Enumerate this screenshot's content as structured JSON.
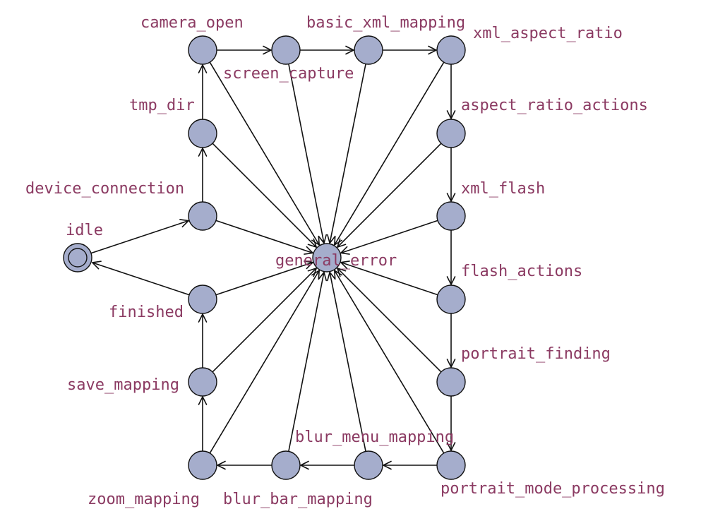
{
  "colors": {
    "node_fill": "#a5adcc",
    "node_stroke": "#111111",
    "edge": "#111111",
    "label": "#8b3a62"
  },
  "nodes": [
    {
      "id": "idle",
      "label": "idle",
      "initial": true
    },
    {
      "id": "device_connection",
      "label": "device_connection"
    },
    {
      "id": "tmp_dir",
      "label": "tmp_dir"
    },
    {
      "id": "camera_open",
      "label": "camera_open"
    },
    {
      "id": "screen_capture",
      "label": "screen_capture"
    },
    {
      "id": "basic_xml_mapping",
      "label": "basic_xml_mapping"
    },
    {
      "id": "xml_aspect_ratio",
      "label": "xml_aspect_ratio"
    },
    {
      "id": "aspect_ratio_actions",
      "label": "aspect_ratio_actions"
    },
    {
      "id": "xml_flash",
      "label": "xml_flash"
    },
    {
      "id": "flash_actions",
      "label": "flash_actions"
    },
    {
      "id": "portrait_finding",
      "label": "portrait_finding"
    },
    {
      "id": "portrait_mode_processing",
      "label": "portrait_mode_processing"
    },
    {
      "id": "blur_menu_mapping",
      "label": "blur_menu_mapping"
    },
    {
      "id": "blur_bar_mapping",
      "label": "blur_bar_mapping"
    },
    {
      "id": "zoom_mapping",
      "label": "zoom_mapping"
    },
    {
      "id": "save_mapping",
      "label": "save_mapping"
    },
    {
      "id": "finished",
      "label": "finished"
    },
    {
      "id": "general_error",
      "label": "general_error"
    }
  ],
  "edges": [
    {
      "from": "idle",
      "to": "device_connection"
    },
    {
      "from": "device_connection",
      "to": "tmp_dir"
    },
    {
      "from": "tmp_dir",
      "to": "camera_open"
    },
    {
      "from": "camera_open",
      "to": "screen_capture"
    },
    {
      "from": "screen_capture",
      "to": "basic_xml_mapping"
    },
    {
      "from": "basic_xml_mapping",
      "to": "xml_aspect_ratio"
    },
    {
      "from": "xml_aspect_ratio",
      "to": "aspect_ratio_actions"
    },
    {
      "from": "aspect_ratio_actions",
      "to": "xml_flash"
    },
    {
      "from": "xml_flash",
      "to": "flash_actions"
    },
    {
      "from": "flash_actions",
      "to": "portrait_finding"
    },
    {
      "from": "portrait_finding",
      "to": "portrait_mode_processing"
    },
    {
      "from": "portrait_mode_processing",
      "to": "blur_menu_mapping"
    },
    {
      "from": "blur_menu_mapping",
      "to": "blur_bar_mapping"
    },
    {
      "from": "blur_bar_mapping",
      "to": "zoom_mapping"
    },
    {
      "from": "zoom_mapping",
      "to": "save_mapping"
    },
    {
      "from": "save_mapping",
      "to": "finished"
    },
    {
      "from": "finished",
      "to": "idle"
    },
    {
      "from": "device_connection",
      "to": "general_error"
    },
    {
      "from": "tmp_dir",
      "to": "general_error"
    },
    {
      "from": "camera_open",
      "to": "general_error"
    },
    {
      "from": "screen_capture",
      "to": "general_error"
    },
    {
      "from": "basic_xml_mapping",
      "to": "general_error"
    },
    {
      "from": "xml_aspect_ratio",
      "to": "general_error"
    },
    {
      "from": "aspect_ratio_actions",
      "to": "general_error"
    },
    {
      "from": "xml_flash",
      "to": "general_error"
    },
    {
      "from": "flash_actions",
      "to": "general_error"
    },
    {
      "from": "portrait_finding",
      "to": "general_error"
    },
    {
      "from": "portrait_mode_processing",
      "to": "general_error"
    },
    {
      "from": "blur_menu_mapping",
      "to": "general_error"
    },
    {
      "from": "blur_bar_mapping",
      "to": "general_error"
    },
    {
      "from": "zoom_mapping",
      "to": "general_error"
    },
    {
      "from": "save_mapping",
      "to": "general_error"
    },
    {
      "from": "finished",
      "to": "general_error"
    }
  ]
}
